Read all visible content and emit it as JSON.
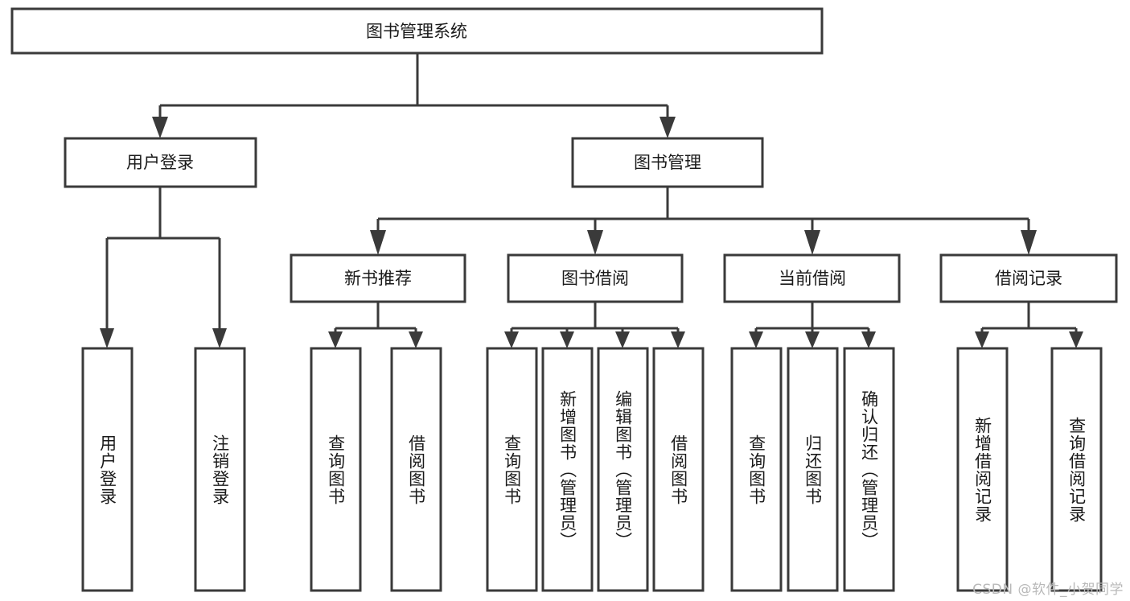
{
  "diagram": {
    "title": "图书管理系统",
    "type": "tree-hierarchy",
    "orientation": "top-down",
    "colors": {
      "box_fill": "#ffffff",
      "box_stroke": "#3a3a3a",
      "connector": "#3a3a3a",
      "text": "#1a1a1a",
      "background": "#ffffff",
      "watermark": "#b9b9b9"
    },
    "root": {
      "label": "图书管理系统",
      "id": "root"
    },
    "level2": [
      {
        "id": "user-login",
        "label": "用户登录"
      },
      {
        "id": "book-management",
        "label": "图书管理"
      }
    ],
    "level3": [
      {
        "id": "new-book-recommend",
        "label": "新书推荐",
        "parent": "book-management"
      },
      {
        "id": "book-borrow",
        "label": "图书借阅",
        "parent": "book-management"
      },
      {
        "id": "current-borrow",
        "label": "当前借阅",
        "parent": "book-management"
      },
      {
        "id": "borrow-record",
        "label": "借阅记录",
        "parent": "book-management"
      }
    ],
    "leaves": [
      {
        "id": "leaf-user-login",
        "label": "用户登录",
        "parent": "user-login"
      },
      {
        "id": "leaf-user-logout",
        "label": "注销登录",
        "parent": "user-login"
      },
      {
        "id": "leaf-query-book-1",
        "label": "查询图书",
        "parent": "new-book-recommend"
      },
      {
        "id": "leaf-borrow-book-1",
        "label": "借阅图书",
        "parent": "new-book-recommend"
      },
      {
        "id": "leaf-query-book-2",
        "label": "查询图书",
        "parent": "book-borrow"
      },
      {
        "id": "leaf-add-book",
        "label": "新增图书（管理员）",
        "parent": "book-borrow"
      },
      {
        "id": "leaf-edit-book",
        "label": "编辑图书（管理员）",
        "parent": "book-borrow"
      },
      {
        "id": "leaf-borrow-book-2",
        "label": "借阅图书",
        "parent": "book-borrow"
      },
      {
        "id": "leaf-query-book-3",
        "label": "查询图书",
        "parent": "current-borrow"
      },
      {
        "id": "leaf-return-book",
        "label": "归还图书",
        "parent": "current-borrow"
      },
      {
        "id": "leaf-confirm-return",
        "label": "确认归还（管理员）",
        "parent": "current-borrow"
      },
      {
        "id": "leaf-add-record",
        "label": "新增借阅记录",
        "parent": "borrow-record"
      },
      {
        "id": "leaf-query-record",
        "label": "查询借阅记录",
        "parent": "borrow-record"
      }
    ]
  },
  "watermark": {
    "text": "CSDN @软件_小贺同学"
  }
}
